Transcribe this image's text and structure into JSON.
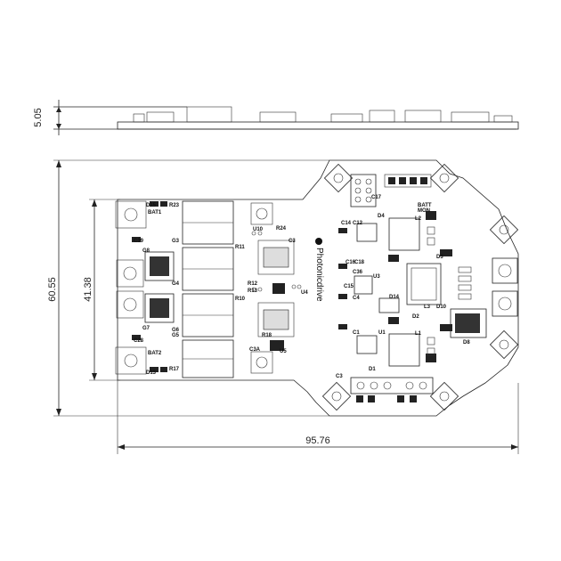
{
  "brand": "Photonicdrive",
  "dimensions": {
    "height_side": "5.05",
    "height_total": "60.55",
    "height_inner": "41.38",
    "width_total": "95.76"
  },
  "labels": {
    "g3": "G3",
    "g4": "G4",
    "g5": "G5",
    "g6": "G6",
    "g7": "G7",
    "g8": "G8",
    "r10": "R10",
    "r11": "R11",
    "r12": "R12",
    "r13": "R13",
    "r17": "R17",
    "r18": "R18",
    "r23": "R23",
    "r24": "R24",
    "u3": "U3",
    "u4": "U4",
    "u5": "U5",
    "u10": "U10",
    "u1": "U1",
    "c1": "C1",
    "c3": "C3",
    "c14": "C14",
    "c15": "C15",
    "c16": "C16",
    "c18": "C18",
    "c36": "C36",
    "c39": "C39",
    "c28": "C28",
    "c3a": "C3A",
    "c4": "C4",
    "c12": "C12",
    "c17": "C17",
    "d1": "D1",
    "d2": "D2",
    "d3": "D3",
    "d4": "D4",
    "d8": "D8",
    "d13": "D13",
    "d14": "D14",
    "d15": "D15",
    "d10": "D10",
    "l1": "L1",
    "l2": "L2",
    "l3": "L3",
    "batt": "BATT",
    "mon": "MON",
    "bat1": "BAT1",
    "bat2": "BAT2"
  }
}
